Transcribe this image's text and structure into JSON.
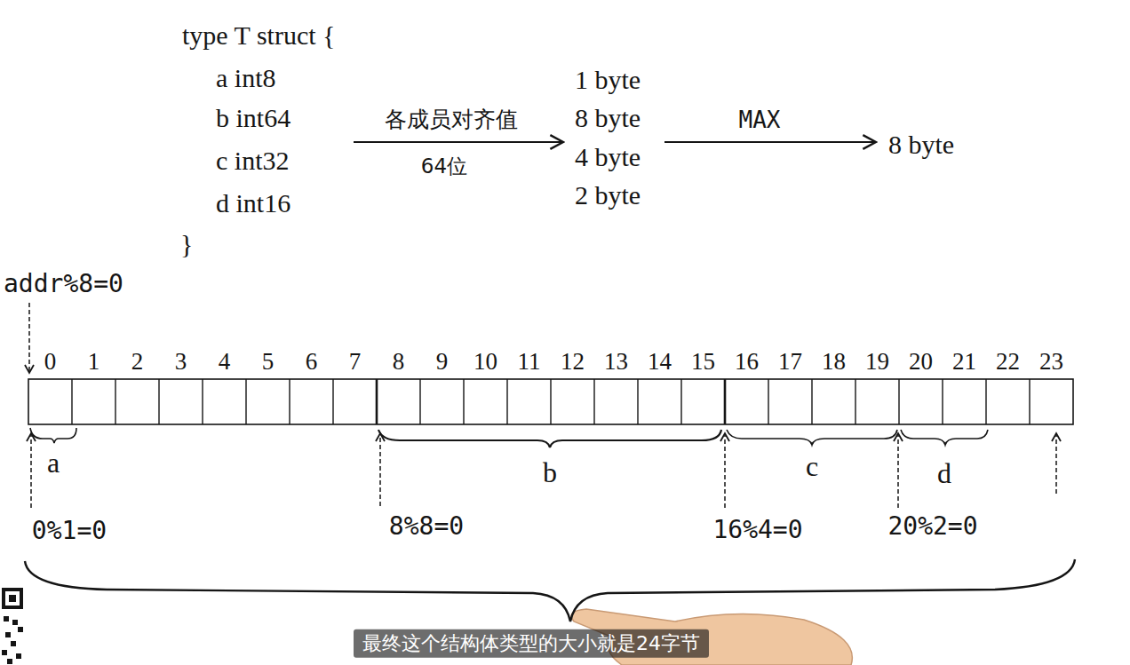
{
  "diagram": {
    "caption": "最终这个结构体类型的大小就是24字节",
    "labels": [
      "type T struct {",
      "a int8",
      "b int64",
      "c int32",
      "d int16",
      "}",
      "各成员对齐值",
      "64位",
      "1 byte",
      "8 byte",
      "4 byte",
      "2 byte",
      "MAX",
      "8 byte",
      "addr%8=0",
      "0",
      "1",
      "2",
      "3",
      "4",
      "5",
      "6",
      "7",
      "8",
      "9",
      "10",
      "11",
      "12",
      "13",
      "14",
      "15",
      "16",
      "17",
      "18",
      "19",
      "20",
      "21",
      "22",
      "23",
      "a",
      "b",
      "c",
      "d",
      "0%1=0",
      "8%8=0",
      "16%4=0",
      "20%2=0"
    ]
  }
}
